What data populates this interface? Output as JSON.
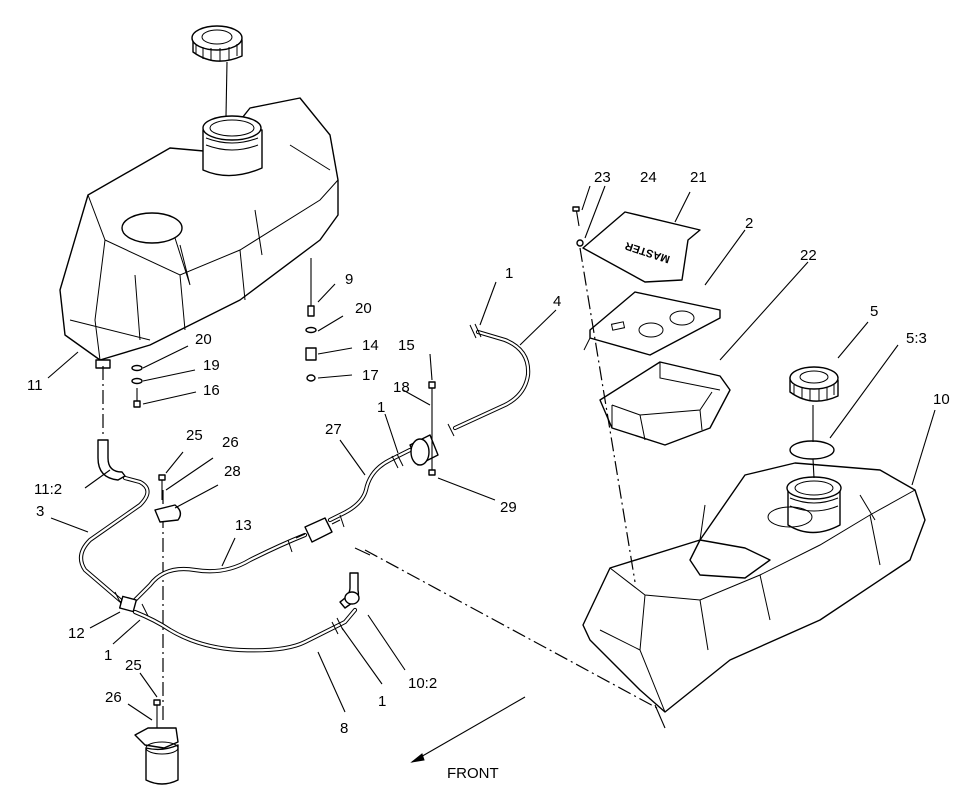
{
  "callouts": [
    {
      "id": "c23",
      "text": "23"
    },
    {
      "id": "c24",
      "text": "24"
    },
    {
      "id": "c21",
      "text": "21"
    },
    {
      "id": "c2",
      "text": "2"
    },
    {
      "id": "c22",
      "text": "22"
    },
    {
      "id": "c1a",
      "text": "1"
    },
    {
      "id": "c4",
      "text": "4"
    },
    {
      "id": "c9",
      "text": "9"
    },
    {
      "id": "c20a",
      "text": "20"
    },
    {
      "id": "c14",
      "text": "14"
    },
    {
      "id": "c17",
      "text": "17"
    },
    {
      "id": "c20b",
      "text": "20"
    },
    {
      "id": "c19",
      "text": "19"
    },
    {
      "id": "c16",
      "text": "16"
    },
    {
      "id": "c11",
      "text": "11"
    },
    {
      "id": "c15",
      "text": "15"
    },
    {
      "id": "c18",
      "text": "18"
    },
    {
      "id": "c1b",
      "text": "1"
    },
    {
      "id": "c27",
      "text": "27"
    },
    {
      "id": "c29",
      "text": "29"
    },
    {
      "id": "c5",
      "text": "5"
    },
    {
      "id": "c53",
      "text": "5:3"
    },
    {
      "id": "c10",
      "text": "10"
    },
    {
      "id": "c25a",
      "text": "25"
    },
    {
      "id": "c26a",
      "text": "26"
    },
    {
      "id": "c28",
      "text": "28"
    },
    {
      "id": "c112",
      "text": "11:2"
    },
    {
      "id": "c3",
      "text": "3"
    },
    {
      "id": "c13",
      "text": "13"
    },
    {
      "id": "c12",
      "text": "12"
    },
    {
      "id": "c1c",
      "text": "1"
    },
    {
      "id": "c25b",
      "text": "25"
    },
    {
      "id": "c26b",
      "text": "26"
    },
    {
      "id": "c8",
      "text": "8"
    },
    {
      "id": "c1d",
      "text": "1"
    },
    {
      "id": "c102",
      "text": "10:2"
    }
  ],
  "front_label": "FRONT",
  "decal_text": "MASTER"
}
